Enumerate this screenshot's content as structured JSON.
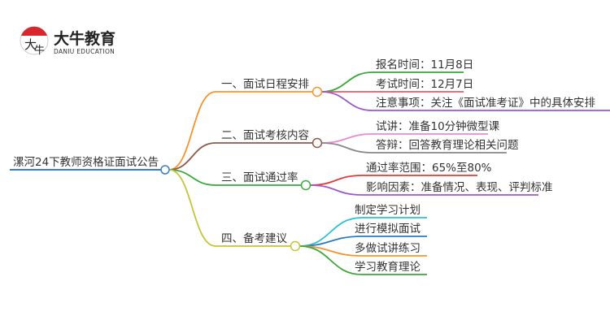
{
  "logo": {
    "name_cn": "大牛教育",
    "name_en": "DANIU EDUCATION",
    "mark": "大牛"
  },
  "root": {
    "label": "漯河24下教师资格证面试公告",
    "color": "#3a7ec8"
  },
  "branches": [
    {
      "label": "一、面试日程安排",
      "color": "#f7922a",
      "leaves": [
        {
          "label": "报名时间：11月8日",
          "color": "#3aa83a"
        },
        {
          "label": "考试时间：12月7日",
          "color": "#e05a6a"
        },
        {
          "label": "注意事项：关注《面试准考证》中的具体安排",
          "color": "#9a5ac8"
        }
      ]
    },
    {
      "label": "二、面试考核内容",
      "color": "#8b5a4a",
      "leaves": [
        {
          "label": "试讲：准备10分钟微型课",
          "color": "#e88ad0"
        },
        {
          "label": "答辩：回答教育理论相关问题",
          "color": "#888888"
        }
      ]
    },
    {
      "label": "三、面试通过率",
      "color": "#3aa83a",
      "leaves": [
        {
          "label": "通过率范围：65%至80%",
          "color": "#e03a3a"
        },
        {
          "label": "影响因素：准备情况、表现、评判标准",
          "color": "#9a5ac8"
        }
      ]
    },
    {
      "label": "四、备考建议",
      "color": "#c4c43a",
      "leaves": [
        {
          "label": "制定学习计划",
          "color": "#2ac0d8"
        },
        {
          "label": "进行模拟面试",
          "color": "#2a7ac0"
        },
        {
          "label": "多做试讲练习",
          "color": "#f7922a"
        },
        {
          "label": "学习教育理论",
          "color": "#3aa83a"
        }
      ]
    }
  ]
}
